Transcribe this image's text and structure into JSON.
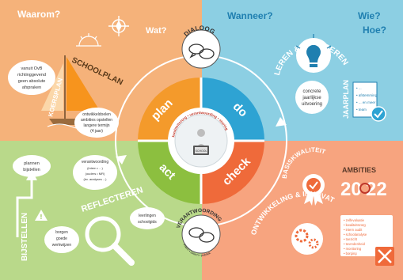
{
  "quadrants": {
    "top_left": {
      "color": "#f5b27a",
      "q1": "Waarom?",
      "q2": "Wat?"
    },
    "top_right": {
      "color": "#8ccfe3",
      "q1": "Wanneer?",
      "q2": "Wie?",
      "q3": "Hoe?"
    },
    "bottom_left": {
      "color": "#b9d98a"
    },
    "bottom_right": {
      "color": "#f7a47f"
    }
  },
  "cycle": {
    "plan": {
      "label": "plan",
      "color": "#f49a2b"
    },
    "do": {
      "label": "do",
      "color": "#2ea3d3"
    },
    "act": {
      "label": "act",
      "color": "#8cbf3f"
    },
    "check": {
      "label": "check",
      "color": "#ef6a3a"
    },
    "center_ring": "kwaliteitszorg • verantwoording • sturing",
    "laptop_label": "SCHOOL"
  },
  "top_left": {
    "schoolplan": "SCHOOLPLAN",
    "koersplan": "KOERSPLAN",
    "note1_l1": "vanuit OvB",
    "note1_l2": "richtinggevend",
    "note1_l3": "geen absolute",
    "note1_l4": "afspraken",
    "note2_l1": "ontwikkeldoelen",
    "note2_l2": "ambities opstellen",
    "note2_l3": "langere termijn",
    "note2_l4": "(4 jaar)"
  },
  "top_right": {
    "leren": "LEREN & INSPIREREN",
    "concreet_l1": "concrete",
    "concreet_l2": "jaarlijkse",
    "concreet_l3": "uitvoering",
    "jaarplan": "JAARPLAN",
    "check_items": [
      "• ...",
      "• afstemming",
      "• ... en meer",
      "• team"
    ]
  },
  "center_labels": {
    "dialoog": "DIALOOG",
    "verantwoording": "VERANTWOORDING",
    "verantwoording_sub": "intern • extern • publiek"
  },
  "bottom_left": {
    "bijstellen": "BIJSTELLEN",
    "reflecteren": "REFLECTEREN",
    "plannen_l1": "plannen",
    "plannen_l2": "bijstellen",
    "verant_l1": "verantwoording",
    "verant_l2": "(intern • ...)",
    "verant_l3": "(ouders • MR)",
    "verant_l4": "(bv. analyses ...)",
    "borgen_l1": "borgen",
    "borgen_l2": "goede",
    "borgen_l3": "werkwijzen",
    "leerlingen_l1": "leerlingen",
    "leerlingen_l2": "schoolgids"
  },
  "bottom_right": {
    "basiskwaliteit": "BASISKWALITEIT",
    "ambities": "AMBITIES",
    "year_20": "20",
    "year_22": "22",
    "ontwikkeling": "ONTWIKKELING & INNOVATIE",
    "list": [
      "• zelfevaluatie",
      "• kwaliteitszorg",
      "• intern audit",
      "• schoolanalyse",
      "• toezicht",
      "• tevredenheid",
      "• monitoring",
      "• borging"
    ]
  }
}
